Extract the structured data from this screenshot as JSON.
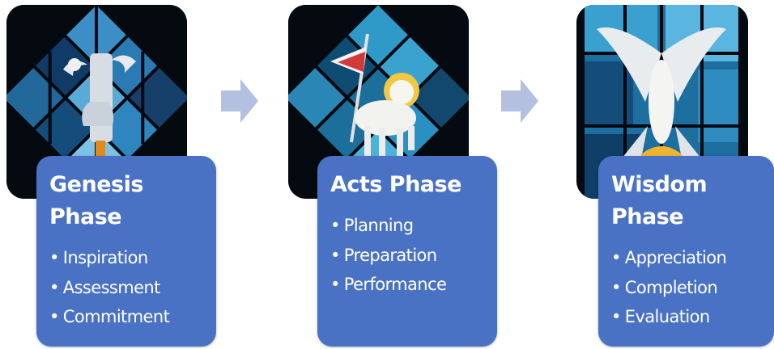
{
  "colors": {
    "card": "#4a72c4",
    "arrow": "#b3c0e0",
    "card_text": "#ffffff"
  },
  "phases": [
    {
      "title_line1": "Genesis",
      "title_line2": "Phase",
      "items": [
        "Inspiration",
        "Assessment",
        "Commitment"
      ],
      "image_icon": "stained-glass-hand-icon"
    },
    {
      "title_line1": "Acts Phase",
      "title_line2": "",
      "items": [
        "Planning",
        "Preparation",
        "Performance"
      ],
      "image_icon": "stained-glass-lamb-icon"
    },
    {
      "title_line1": "Wisdom",
      "title_line2": "Phase",
      "items": [
        "Appreciation",
        "Completion",
        "Evaluation"
      ],
      "image_icon": "stained-glass-dove-icon"
    }
  ],
  "bullet": "•"
}
